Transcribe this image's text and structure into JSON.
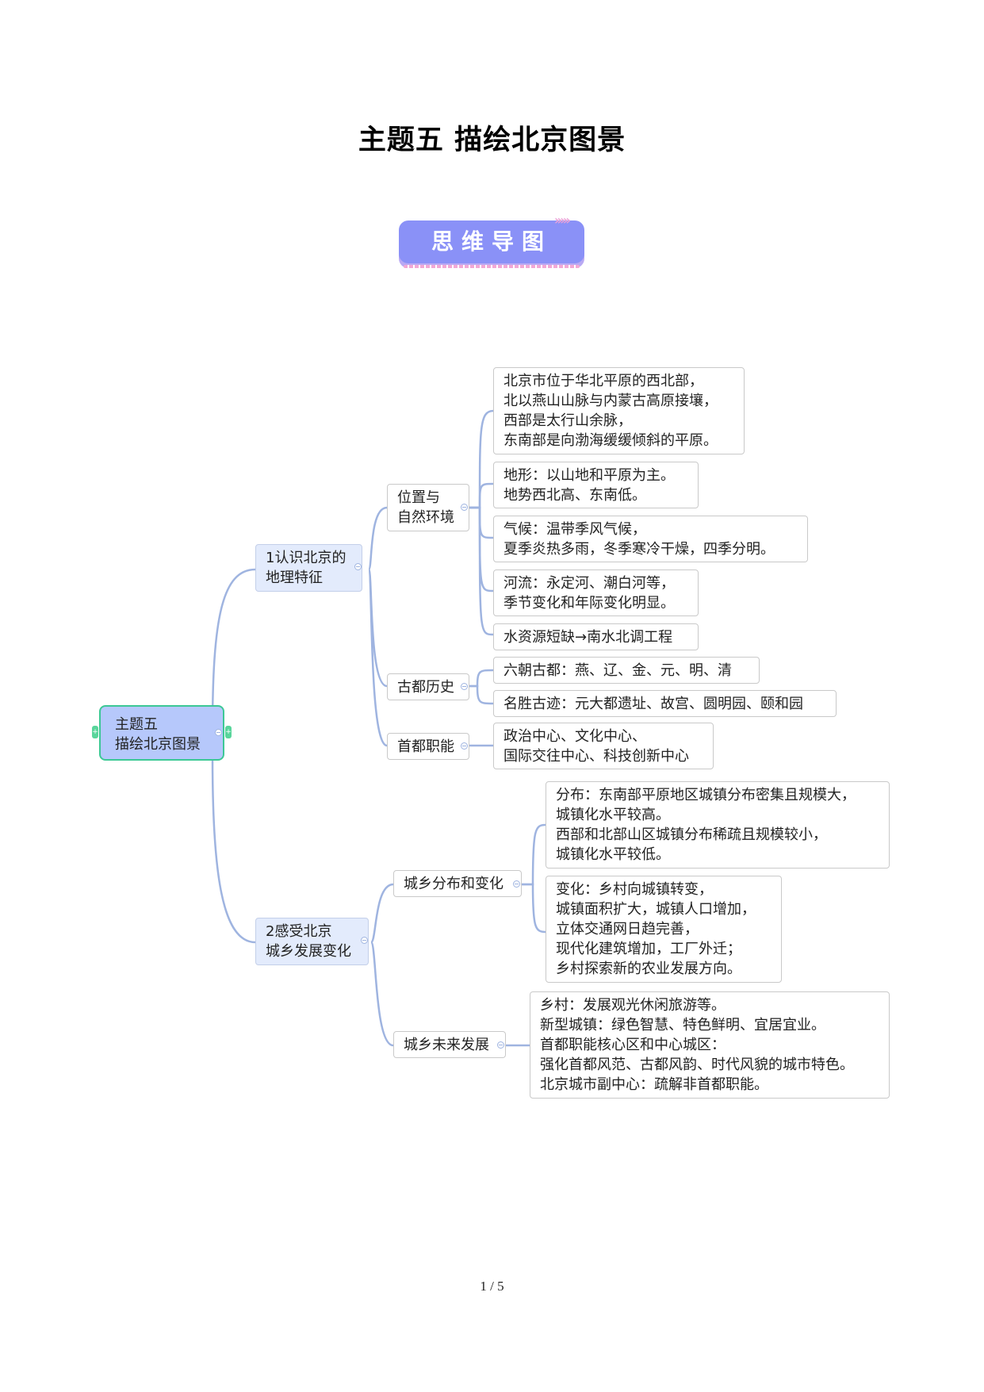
{
  "page": {
    "title": "主题五  描绘北京图景",
    "banner": "思维导图",
    "page_number": "1 / 5"
  },
  "mindmap": {
    "root": {
      "lines": [
        "主题五",
        "描绘北京图景"
      ]
    },
    "branches": [
      {
        "lines": [
          "1认识北京的",
          "地理特征"
        ],
        "children": [
          {
            "lines": [
              "位置与",
              "自然环境"
            ],
            "leaves": [
              {
                "lines": [
                  "北京市位于华北平原的西北部，",
                  "北以燕山山脉与内蒙古高原接壤，",
                  "西部是太行山余脉，",
                  "东南部是向渤海缓缓倾斜的平原。"
                ]
              },
              {
                "lines": [
                  "地形：以山地和平原为主。",
                  "地势西北高、东南低。"
                ]
              },
              {
                "lines": [
                  "气候：温带季风气候，",
                  "夏季炎热多雨，冬季寒冷干燥，四季分明。"
                ]
              },
              {
                "lines": [
                  "河流：永定河、潮白河等，",
                  "季节变化和年际变化明显。"
                ]
              },
              {
                "lines": [
                  "水资源短缺→南水北调工程"
                ]
              }
            ]
          },
          {
            "lines": [
              "古都历史"
            ],
            "leaves": [
              {
                "lines": [
                  "六朝古都：燕、辽、金、元、明、清"
                ]
              },
              {
                "lines": [
                  "名胜古迹：元大都遗址、故宫、圆明园、颐和园"
                ]
              }
            ]
          },
          {
            "lines": [
              "首都职能"
            ],
            "leaves": [
              {
                "lines": [
                  "政治中心、文化中心、",
                  "国际交往中心、科技创新中心"
                ]
              }
            ]
          }
        ]
      },
      {
        "lines": [
          "2感受北京",
          "城乡发展变化"
        ],
        "children": [
          {
            "lines": [
              "城乡分布和变化"
            ],
            "leaves": [
              {
                "lines": [
                  "分布：东南部平原地区城镇分布密集且规模大，",
                  "城镇化水平较高。",
                  "西部和北部山区城镇分布稀疏且规模较小，",
                  "城镇化水平较低。"
                ]
              },
              {
                "lines": [
                  "变化：乡村向城镇转变，",
                  "城镇面积扩大，城镇人口增加，",
                  "立体交通网日趋完善，",
                  "现代化建筑增加，工厂外迁；",
                  "乡村探索新的农业发展方向。"
                ]
              }
            ]
          },
          {
            "lines": [
              "城乡未来发展"
            ],
            "leaves": [
              {
                "lines": [
                  "乡村：发展观光休闲旅游等。",
                  "新型城镇：绿色智慧、特色鲜明、宜居宜业。",
                  "首都职能核心区和中心城区：",
                  "强化首都风范、古都风韵、时代风貌的城市特色。",
                  "北京城市副中心：疏解非首都职能。"
                ]
              }
            ]
          }
        ]
      }
    ]
  }
}
